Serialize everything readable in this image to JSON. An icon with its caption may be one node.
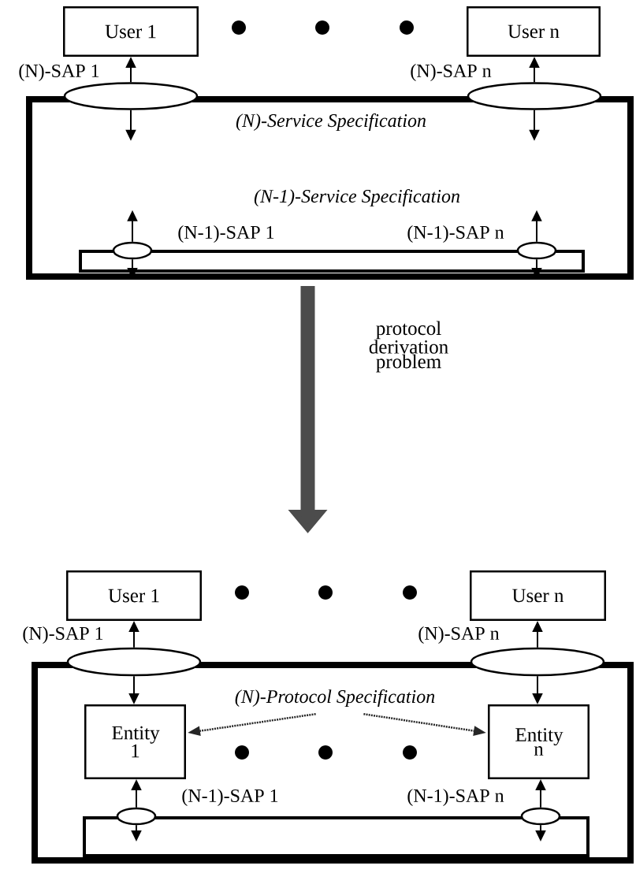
{
  "diagram": {
    "nodes": [
      {
        "text": [
          "User 1"
        ]
      },
      {
        "text": [
          "User n"
        ]
      },
      {
        "text": [],
        "shape": "ellipse",
        "beside": [
          "(N)-SAP 1"
        ]
      },
      {
        "text": [],
        "shape": "ellipse",
        "beside": [
          "(N)-SAP n"
        ]
      },
      {
        "text": [
          "(N)-Service Specification"
        ]
      },
      {
        "text": [
          "(N-1)-Service Specification"
        ],
        "in": 4
      },
      {
        "text": [],
        "shape": "ellipse",
        "in": 4
      },
      {
        "text": [],
        "shape": "ellipse",
        "in": 4
      },
      {
        "text": [
          "User 1"
        ]
      },
      {
        "text": [
          "User n"
        ]
      },
      {
        "text": [],
        "shape": "ellipse",
        "beside": [
          "(N)-SAP 1"
        ]
      },
      {
        "text": [],
        "shape": "ellipse",
        "beside": [
          "(N)-SAP n"
        ]
      },
      {
        "text": [],
        "shape": "box"
      },
      {
        "text": [
          "(N)-Protocol Specification"
        ],
        "in": 12
      },
      {
        "text": [
          "Entity 1"
        ],
        "in": 12
      },
      {
        "text": [
          "Entity n"
        ],
        "in": 12
      },
      {
        "text": [],
        "shape": "box",
        "in": 12
      },
      {
        "text": [],
        "shape": "ellipse",
        "in": 12
      },
      {
        "text": [],
        "shape": "ellipse",
        "in": 12
      }
    ],
    "edges": [
      {
        "from": 2,
        "to": 0,
        "arrow": "to"
      },
      {
        "from": 2,
        "to": null,
        "arrow": "to"
      },
      {
        "from": 3,
        "to": 1,
        "arrow": "to"
      },
      {
        "from": 3,
        "to": null,
        "arrow": "to"
      },
      {
        "from": 4,
        "to": null,
        "arrow": "to",
        "label": "protocol derivation problem",
        "style": "thick"
      },
      {
        "from": 10,
        "to": 8,
        "arrow": "to"
      },
      {
        "from": 10,
        "to": 14,
        "arrow": "to"
      },
      {
        "from": 11,
        "to": 9,
        "arrow": "to"
      },
      {
        "from": 11,
        "to": 15,
        "arrow": "to"
      },
      {
        "from": 13,
        "to": 14,
        "arrow": "to",
        "style": "dashed"
      },
      {
        "from": 13,
        "to": 15,
        "arrow": "to",
        "style": "dashed"
      },
      {
        "from": 17,
        "to": 14,
        "arrow": "to"
      },
      {
        "from": 17,
        "to": 16,
        "arrow": "to"
      },
      {
        "from": 18,
        "to": 15,
        "arrow": "to"
      },
      {
        "from": 18,
        "to": 16,
        "arrow": "to"
      },
      {
        "from": 6,
        "to": null,
        "arrow": "to"
      },
      {
        "from": 6,
        "to": 5,
        "arrow": "to"
      },
      {
        "from": 7,
        "to": null,
        "arrow": "to"
      },
      {
        "from": 7,
        "to": 5,
        "arrow": "to"
      }
    ],
    "labels": [
      "(N-1)-SAP 1",
      "(N-1)-SAP n",
      "(N-1)-SAP 1",
      "(N-1)-SAP n"
    ]
  }
}
